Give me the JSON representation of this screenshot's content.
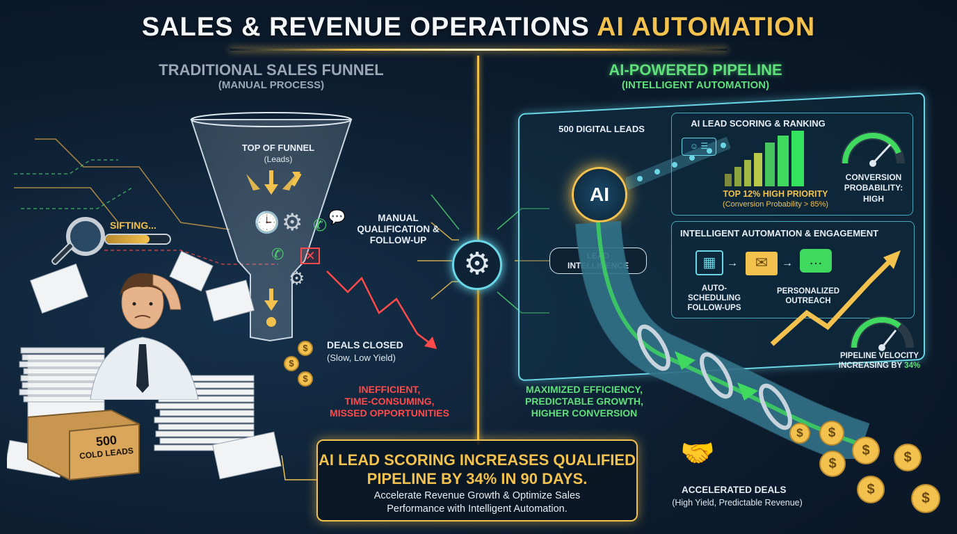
{
  "header": {
    "title_main": "SALES & REVENUE OPERATIONS",
    "title_accent": "AI AUTOMATION"
  },
  "left": {
    "heading": "TRADITIONAL SALES FUNNEL",
    "subheading": "(MANUAL PROCESS)",
    "funnel_top": "TOP OF FUNNEL",
    "funnel_top_sub": "(Leads)",
    "manual_label": "MANUAL QUALIFICATION & FOLLOW-UP",
    "sifting": "SIFTING...",
    "deals_closed": "DEALS CLOSED",
    "deals_closed_sub": "(Slow, Low Yield)",
    "box_count": "500",
    "box_label": "COLD LEADS",
    "problems": [
      "INEFFICIENT,",
      "TIME-CONSUMING,",
      "MISSED OPPORTUNITIES"
    ]
  },
  "right": {
    "heading": "AI-POWERED PIPELINE",
    "subheading": "(INTELLIGENT AUTOMATION)",
    "digital_leads": "500 DIGITAL LEADS",
    "scoring_title": "AI LEAD SCORING & RANKING",
    "top_priority": "TOP 12% HIGH PRIORITY",
    "top_priority_sub": "(Conversion Probability > 85%)",
    "conversion_label": "CONVERSION PROBABILITY:",
    "conversion_value": "HIGH",
    "ai_badge": "AI",
    "lead_intel": "LEAD INTELLIGENCE",
    "engagement_title": "INTELLIGENT AUTOMATION & ENGAGEMENT",
    "auto_scheduling": "AUTO-SCHEDULING FOLLOW-UPS",
    "personalized": "PERSONALIZED OUTREACH",
    "velocity_label": "PIPELINE VELOCITY INCREASING BY",
    "velocity_value": "34%",
    "benefits": [
      "MAXIMIZED EFFICIENCY,",
      "PREDICTABLE GROWTH,",
      "HIGHER CONVERSION"
    ],
    "accelerated": "ACCELERATED DEALS",
    "accelerated_sub": "(High Yield, Predictable Revenue)"
  },
  "callout": {
    "headline_1": "AI LEAD SCORING INCREASES QUALIFIED",
    "headline_2": "PIPELINE BY 34% IN 90 DAYS.",
    "body_1": "Accelerate Revenue Growth & Optimize Sales",
    "body_2": "Performance with Intelligent Automation."
  },
  "colors": {
    "gold": "#f2c14e",
    "green": "#5fe07a",
    "red": "#ff4a4a",
    "cyan": "#6ad6e6",
    "bg": "#0b1a2b"
  }
}
